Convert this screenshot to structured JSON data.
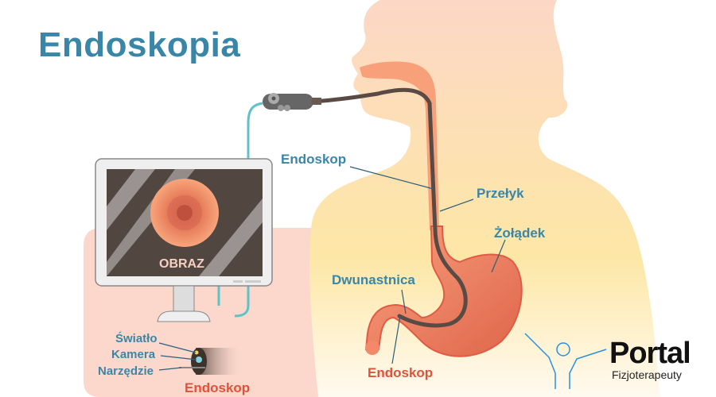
{
  "title": "Endoskopia",
  "monitor": {
    "screen_label": "OBRAZ"
  },
  "labels": {
    "endoskop_upper": "Endoskop",
    "przelyk": "Przełyk",
    "zoladek": "Żołądek",
    "dwunastnica": "Dwunastnica",
    "endoskop_lower": "Endoskop"
  },
  "endoscope_tip_detail": {
    "swiatlo": "Światło",
    "kamera": "Kamera",
    "narzedzie": "Narzędzie",
    "caption": "Endoskop"
  },
  "logo": {
    "name": "Portal",
    "subtitle": "Fizjoterapeuty"
  },
  "colors": {
    "title_blue": "#3a86a8",
    "label_red": "#e0523a",
    "body_skin": "#fde3b0",
    "head_skin": "#fcd9c4",
    "organ": "#f4896a",
    "endoscope": "#5a4a44",
    "cable": "#5cc3c9",
    "panel_pink": "#fcd8cc",
    "screen_dark": "#524641"
  }
}
